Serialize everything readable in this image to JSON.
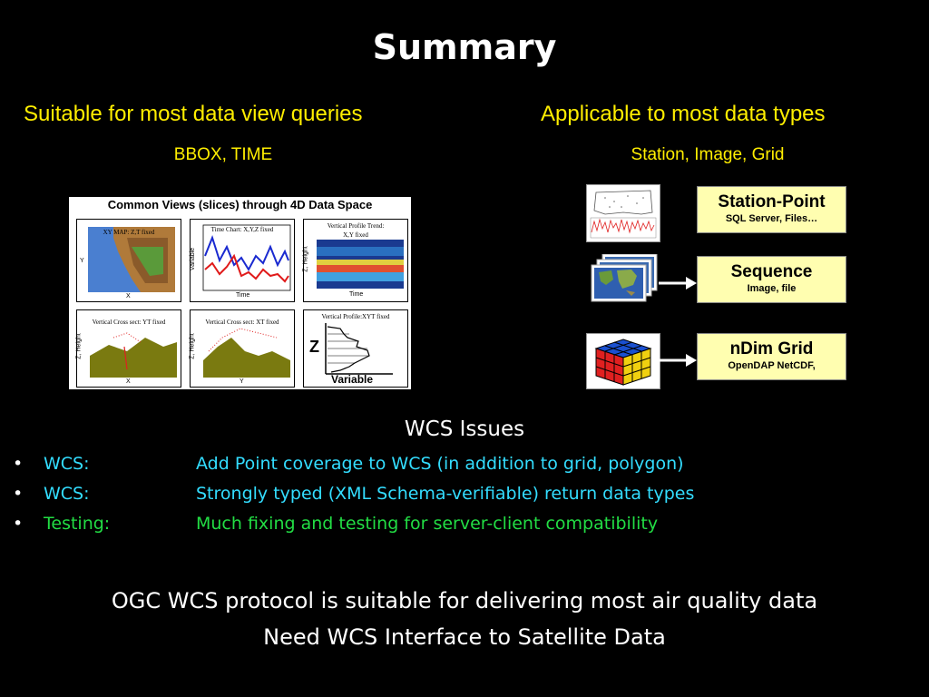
{
  "title": "Summary",
  "left_heading": "Suitable for most data view queries",
  "left_sub": "BBOX, TIME",
  "right_heading": "Applicable to most data types",
  "right_sub": "Station, Image, Grid",
  "figure": {
    "title": "Common Views (slices) through 4D Data Space",
    "panels": [
      {
        "label": "XY MAP:  Z,T fixed",
        "xaxis": "X",
        "yaxis": "Y"
      },
      {
        "label": "Time Chart: X,Y,Z fixed",
        "xaxis": "Time",
        "yaxis": "Variable"
      },
      {
        "label": "Vertical Profile Trend:",
        "label2": "X,Y fixed",
        "xaxis": "Time",
        "yaxis": "Z, Height"
      },
      {
        "label": "Vertical Cross sect: YT fixed",
        "xaxis": "X",
        "yaxis": "Z, Height"
      },
      {
        "label": "Vertical Cross sect: XT fixed",
        "xaxis": "Y",
        "yaxis": "Z, Height"
      },
      {
        "label": "Vertical Profile:XYT fixed",
        "xaxis": "Variable",
        "yaxis": "Z"
      }
    ]
  },
  "data_types": [
    {
      "title": "Station-Point",
      "sub": "SQL Server, Files…"
    },
    {
      "title": "Sequence",
      "sub": "Image, file"
    },
    {
      "title": "nDim Grid",
      "sub": "OpenDAP NetCDF,"
    }
  ],
  "issues": {
    "title": "WCS Issues",
    "bullet": "•",
    "items": [
      {
        "key": "WCS:",
        "value": "Add Point coverage to WCS (in addition to grid, polygon)",
        "color": "#33ddff"
      },
      {
        "key": "WCS:",
        "value": "Strongly typed (XML Schema-verifiable) return data types",
        "color": "#33ddff"
      },
      {
        "key": "Testing:",
        "value": "Much fixing and testing for server-client compatibility",
        "color": "#22dd44"
      }
    ]
  },
  "footer": {
    "line1": "OGC WCS protocol is suitable for delivering most air quality data",
    "line2": "Need WCS Interface to Satellite Data"
  }
}
